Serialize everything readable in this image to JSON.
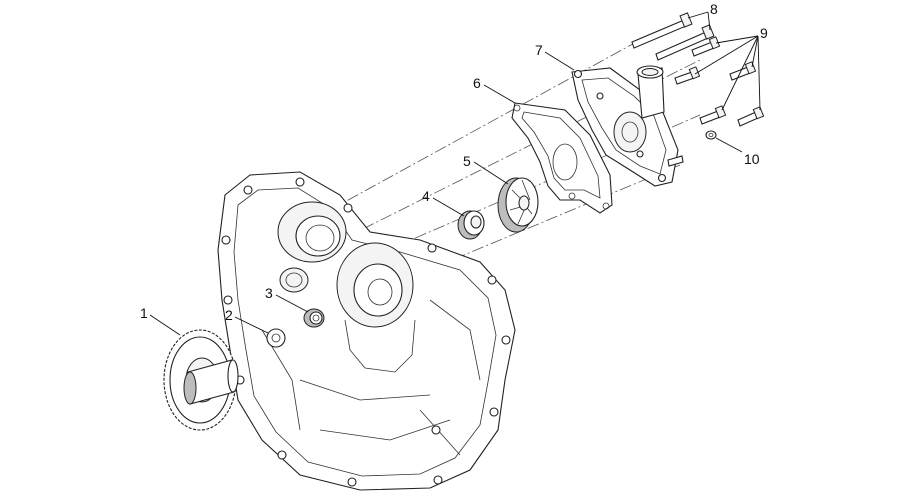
{
  "callouts": [
    {
      "id": "1",
      "label": "1"
    },
    {
      "id": "2",
      "label": "2"
    },
    {
      "id": "3",
      "label": "3"
    },
    {
      "id": "4",
      "label": "4"
    },
    {
      "id": "5",
      "label": "5"
    },
    {
      "id": "6",
      "label": "6"
    },
    {
      "id": "7",
      "label": "7"
    },
    {
      "id": "8",
      "label": "8"
    },
    {
      "id": "9",
      "label": "9"
    },
    {
      "id": "10",
      "label": "10"
    }
  ],
  "colors": {
    "line": "#222222",
    "background": "#ffffff",
    "shade": "#bdbdbd"
  }
}
